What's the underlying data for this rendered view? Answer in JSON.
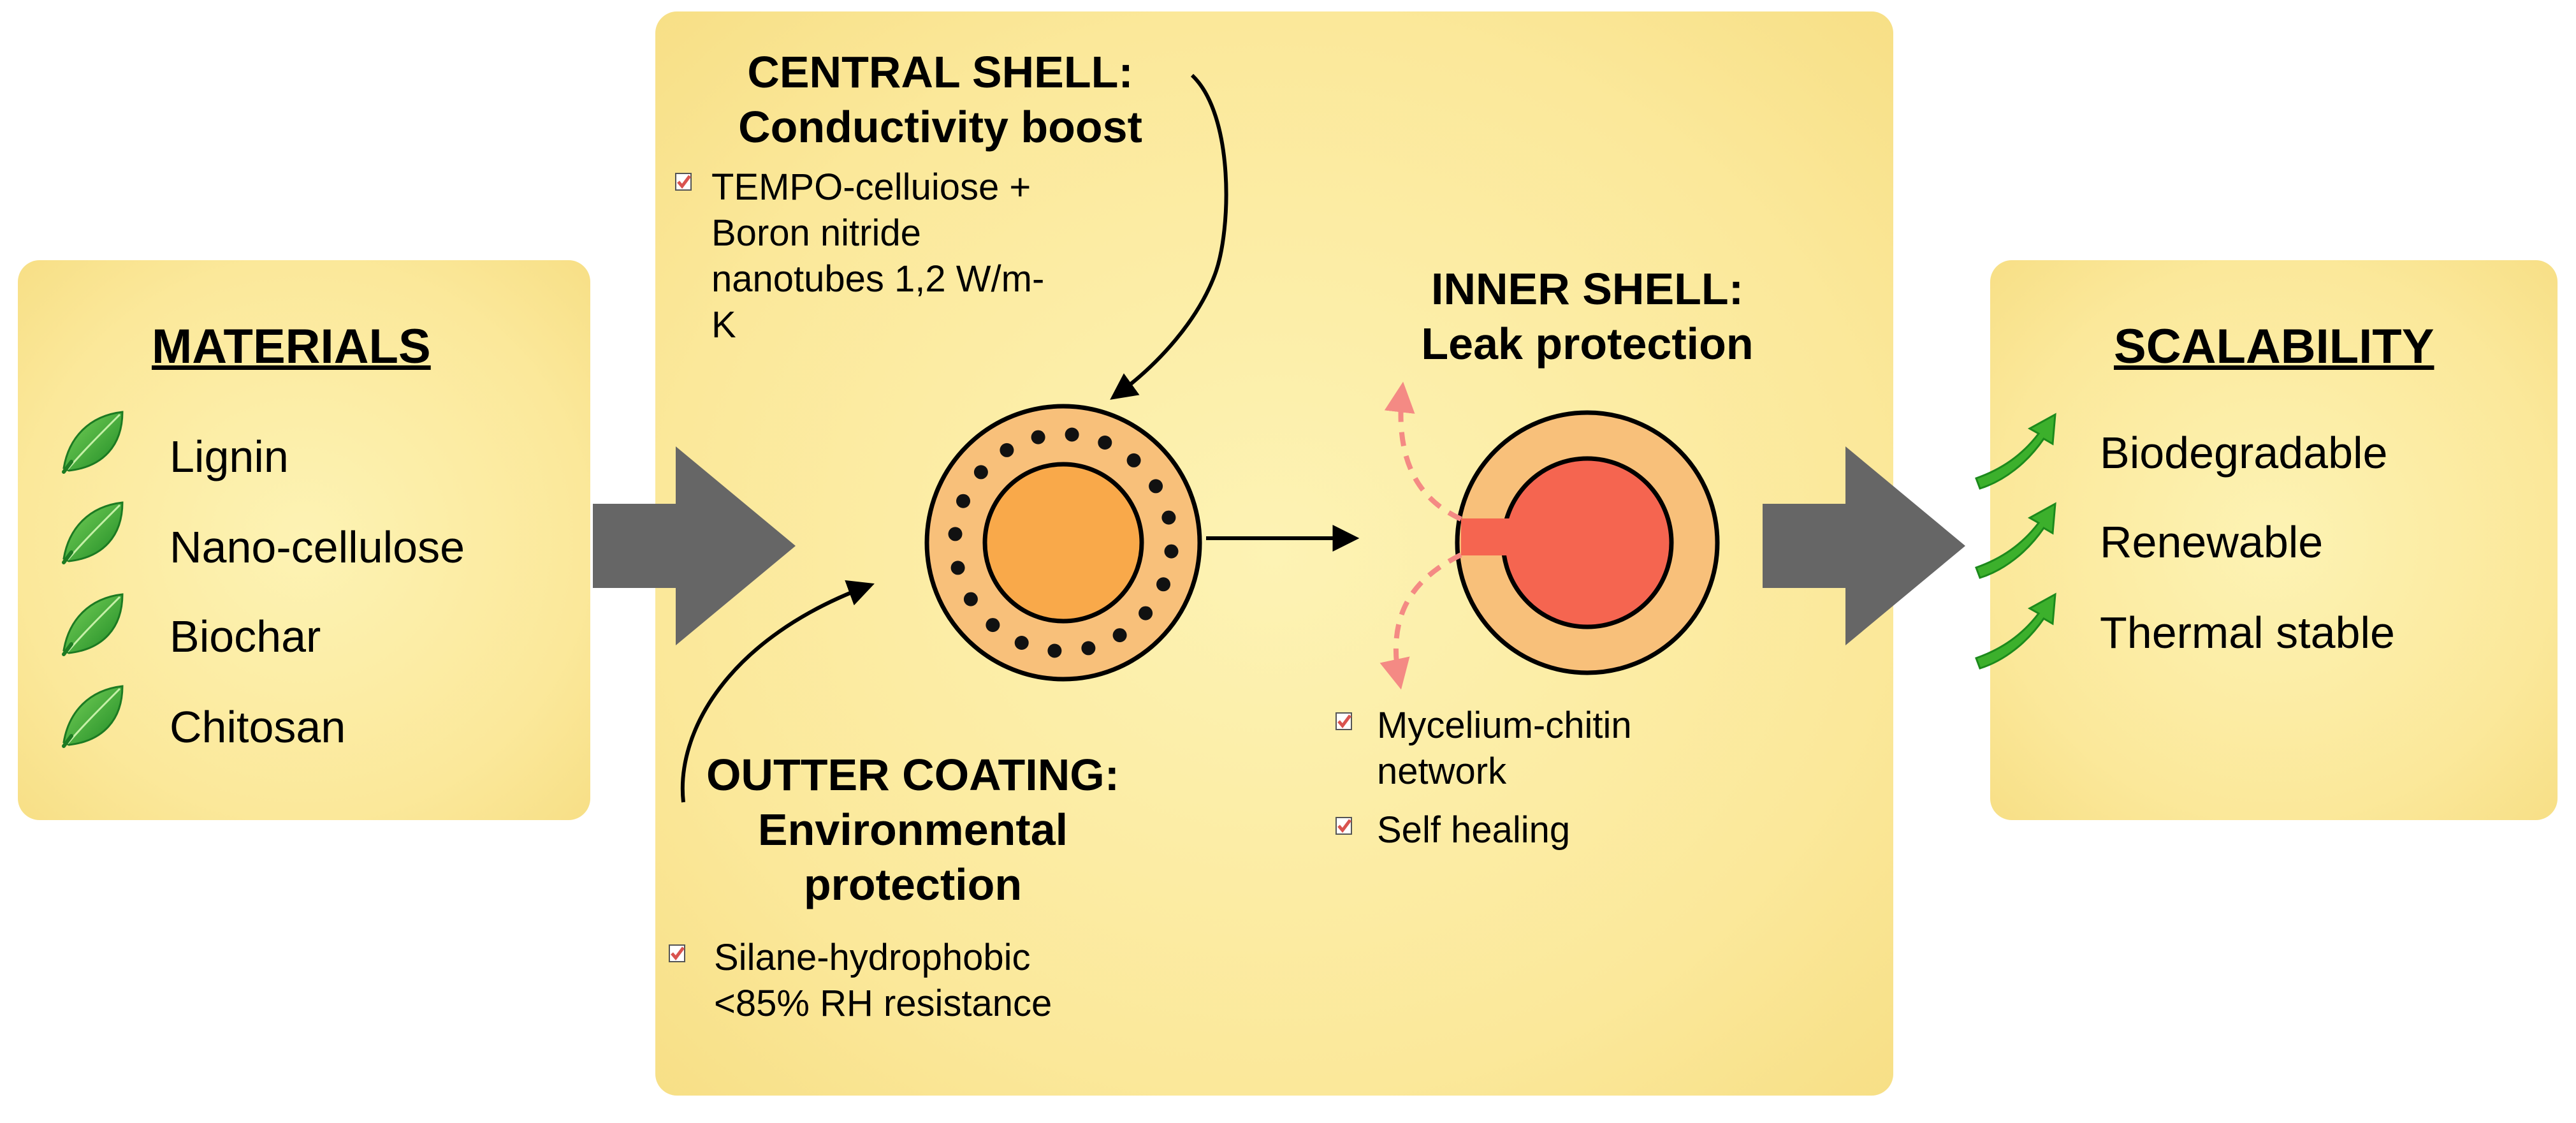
{
  "materials": {
    "heading": "MATERIALS",
    "items": [
      "Lignin",
      "Nano-cellulose",
      "Biochar",
      "Chitosan"
    ],
    "item_icon": "leaf-icon"
  },
  "central_shell": {
    "title_line1": "CENTRAL SHELL:",
    "title_line2": "Conductivity boost",
    "bullet_lines": [
      "TEMPO-celluiose +",
      "Boron nitride",
      "nanotubes 1,2 W/m-",
      "K"
    ]
  },
  "outer_coating": {
    "title_line1": "OUTTER COATING:",
    "title_line2": "Environmental",
    "title_line3": "protection",
    "bullet_lines": [
      "Silane-hydrophobic",
      "<85% RH resistance"
    ]
  },
  "inner_shell": {
    "title_line1": "INNER SHELL:",
    "title_line2": "Leak protection",
    "bullets": [
      {
        "lines": [
          "Mycelium-chitin",
          "network"
        ]
      },
      {
        "lines": [
          "Self healing"
        ]
      }
    ]
  },
  "scalability": {
    "heading": "SCALABILITY",
    "items": [
      "Biodegradable",
      "Renewable",
      "Thermal stable"
    ],
    "item_icon": "green-arrow-icon"
  },
  "colors": {
    "panel": "#fbe89a",
    "shell_outer": "#f8c07a",
    "core_orange": "#f9a94a",
    "core_red": "#f56550",
    "leak_arrow": "#f48a84",
    "big_arrow": "#666666",
    "leaf": "#2fa12f",
    "check": "#d9534f"
  },
  "icons": {
    "bullet": "checkbox-icon",
    "flow": "arrow-right-icon"
  }
}
